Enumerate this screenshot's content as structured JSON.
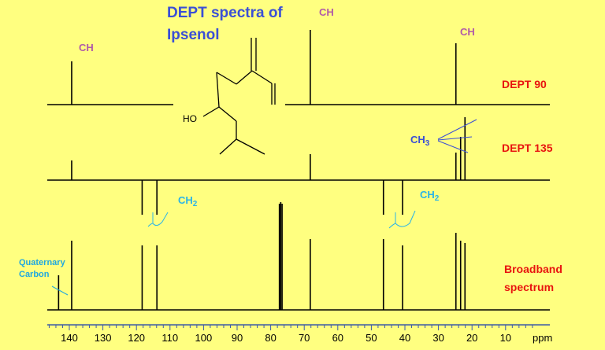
{
  "title_line1": "DEPT spectra of",
  "title_line2": "Ipsenol",
  "molecule_label": "HO",
  "trace_labels": {
    "dept90": "DEPT 90",
    "dept135": "DEPT 135",
    "broadband_line1": "Broadband",
    "broadband_line2": "spectrum"
  },
  "annotations": {
    "ch_left": "CH",
    "ch_top": "CH",
    "ch_right": "CH",
    "ch3": "CH3",
    "ch2_left": "CH2",
    "ch2_right": "CH2",
    "quaternary_line1": "Quaternary",
    "quaternary_line2": "Carbon"
  },
  "axis": {
    "ticks": [
      140,
      130,
      120,
      110,
      100,
      90,
      80,
      70,
      60,
      50,
      40,
      30,
      20,
      10
    ],
    "unit": "ppm"
  },
  "colors": {
    "background": "#FFFF80",
    "title": "#3A4FD6",
    "ch_label": "#B05BA8",
    "dept_label": "#E8140F",
    "ch2_label": "#2AB4E8",
    "ch3_label": "#3A4FD6",
    "quaternary": "#1EA8E0",
    "axis": "#3C5AA6",
    "spectrum": "#000000"
  },
  "spectra": {
    "broadband_peaks_ppm": [
      143.2,
      139.3,
      118.3,
      113.9,
      77.4,
      77.0,
      76.6,
      68.2,
      46.4,
      40.7,
      24.8,
      23.4,
      22.1
    ],
    "dept90_peaks_ppm": [
      139.3,
      68.2,
      24.8
    ],
    "dept135_up_ppm": [
      139.3,
      68.2,
      24.8,
      23.4,
      22.1
    ],
    "dept135_down_ppm": [
      118.3,
      113.9,
      46.4,
      40.7
    ]
  }
}
